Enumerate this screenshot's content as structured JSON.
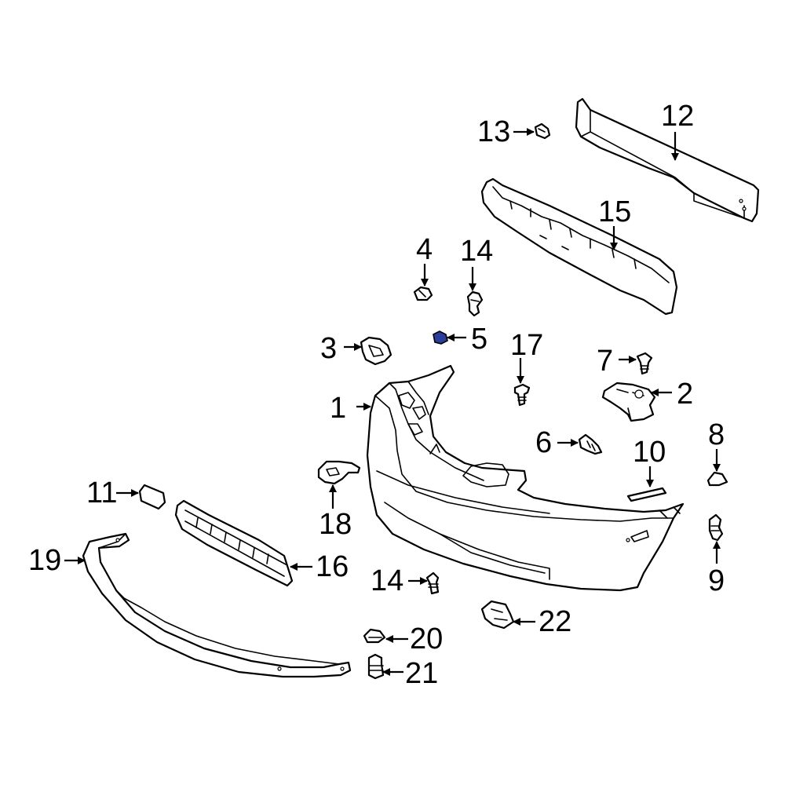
{
  "diagram": {
    "highlight_color": "#2a3f9a",
    "callouts": {
      "c1": "1",
      "c2": "2",
      "c3": "3",
      "c4": "4",
      "c5": "5",
      "c6": "6",
      "c7": "7",
      "c8": "8",
      "c9": "9",
      "c10": "10",
      "c11": "11",
      "c12": "12",
      "c13": "13",
      "c14a": "14",
      "c14b": "14",
      "c15": "15",
      "c16": "16",
      "c17": "17",
      "c18": "18",
      "c19": "19",
      "c20": "20",
      "c21": "21",
      "c22": "22"
    }
  }
}
